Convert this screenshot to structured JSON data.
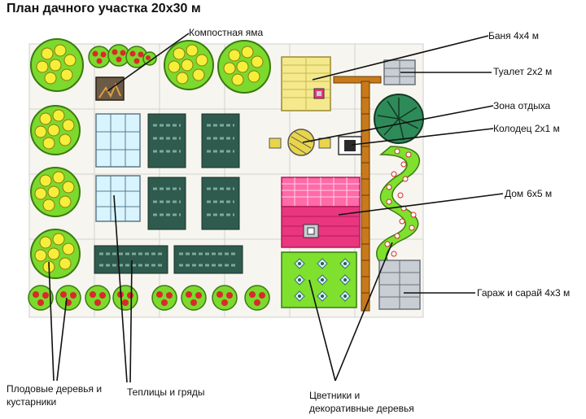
{
  "title": "План дачного участка 20x30 м",
  "labels": {
    "compost": "Компостная яма",
    "bath": "Баня 4х4 м",
    "toilet": "Туалет 2х2 м",
    "rest": "Зона отдыха",
    "well": "Колодец 2х1 м",
    "house_a": "Дом",
    "house_b": "6х5 м",
    "garage": "Гараж и сарай 4х3 м",
    "fruit_1": "Плодовые деревья и",
    "fruit_2": "кустарники",
    "greenhouse": "Теплицы и гряды",
    "flowers_1": "Цветники и",
    "flowers_2": "декоративные деревья"
  },
  "colors": {
    "grid": "#d2d2d2",
    "tree": "#7cd92e",
    "fruit": "#f6ee3a",
    "bush_fruit": "#d82a2a",
    "greenhouse": "#d8f4ff",
    "bed": "#2e5b4e",
    "bath": "#f4e98c",
    "house_roof": "#ff6aa8",
    "house_wall": "#e9367f",
    "fence": "#c87a1a",
    "outbuilding": "#c9ced4",
    "flowerbed": "#7fe02e"
  }
}
